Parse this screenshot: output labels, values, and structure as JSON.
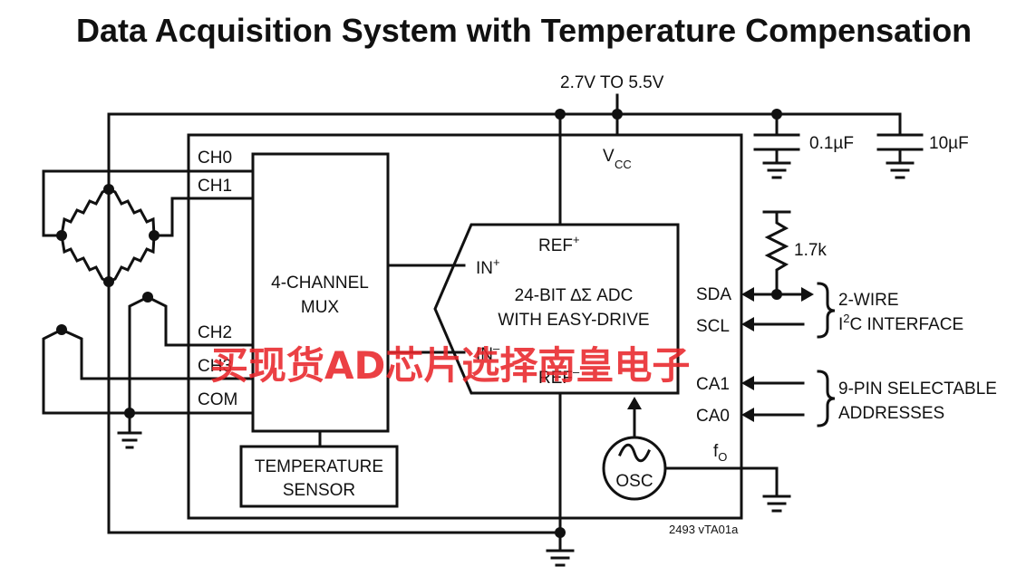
{
  "title": "Data Acquisition System with Temperature Compensation",
  "supply": "2.7V TO 5.5V",
  "vcc": "V",
  "vcc_sub": "CC",
  "cap1": "0.1µF",
  "cap2": "10µF",
  "resistor": "1.7k",
  "mux": {
    "line1": "4-CHANNEL",
    "line2": "MUX"
  },
  "channels": {
    "ch0": "CH0",
    "ch1": "CH1",
    "ch2": "CH2",
    "ch3": "CH3",
    "com": "COM"
  },
  "temp_sensor": {
    "line1": "TEMPERATURE",
    "line2": "SENSOR"
  },
  "adc": {
    "line1": "24-BIT ∆Σ ADC",
    "line2": "WITH EASY-DRIVE",
    "in_plus": "IN",
    "in_plus_sup": "+",
    "in_minus": "IN",
    "in_minus_sup": "–",
    "ref_plus": "REF",
    "ref_plus_sup": "+",
    "ref_minus": "REF",
    "ref_minus_sup": "–"
  },
  "pins": {
    "sda": "SDA",
    "scl": "SCL",
    "ca1": "CA1",
    "ca0": "CA0",
    "fo": "f",
    "fo_sub": "O"
  },
  "osc": "OSC",
  "i2c": {
    "line1": "2-WIRE",
    "line2_pre": "I",
    "line2_sup": "2",
    "line2_post": "C INTERFACE"
  },
  "addr": {
    "line1": "9-PIN SELECTABLE",
    "line2": "ADDRESSES"
  },
  "figure_id": "2493 vTA01a",
  "watermark": "买现货AD芯片选择南皇电子"
}
